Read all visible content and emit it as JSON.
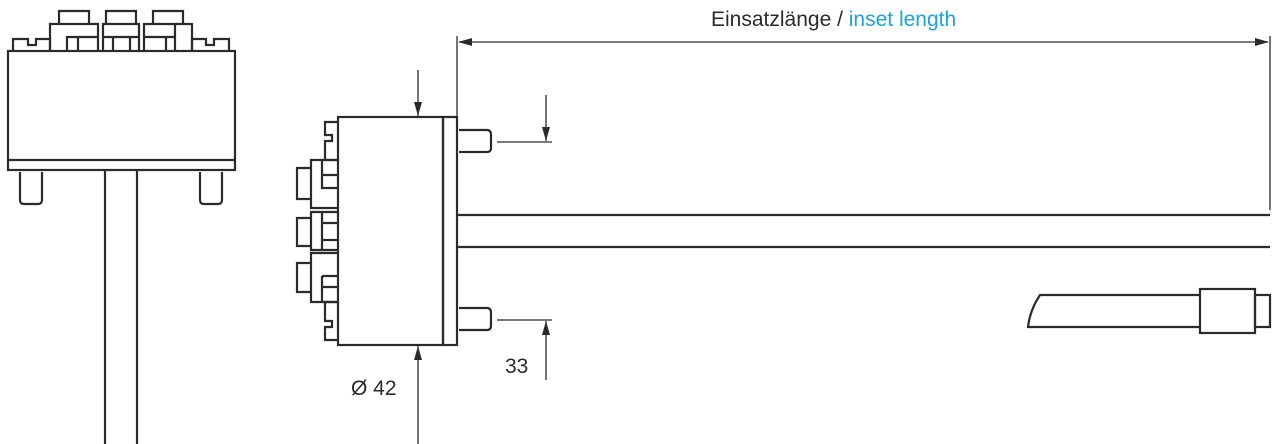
{
  "dimensions": {
    "inset_length_de": "Einsatzlänge",
    "separator": " / ",
    "inset_length_en": "inset length",
    "diameter": "Ø 42",
    "pin_offset": "33"
  },
  "colors": {
    "line": "#2b2b2b",
    "accent": "#1aa3e0"
  }
}
